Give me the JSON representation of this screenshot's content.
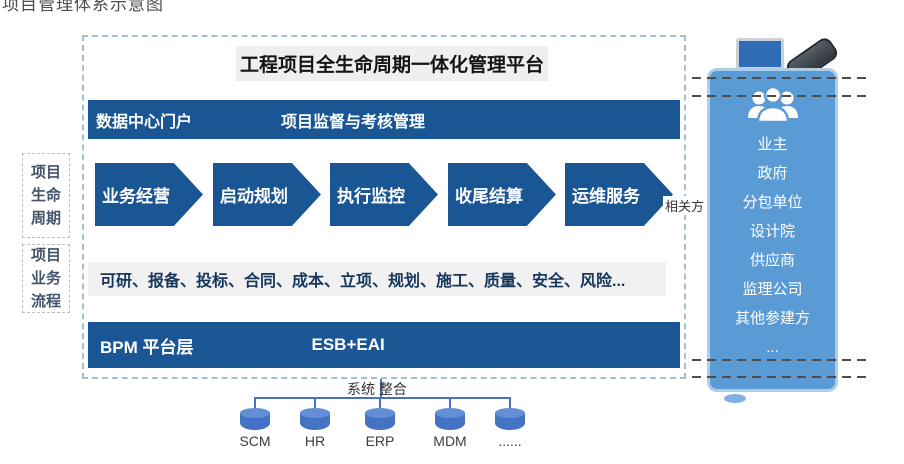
{
  "page": {
    "clipped_heading": "项目管理体系示意图"
  },
  "platform": {
    "title": "工程项目全生命周期一体化管理平台",
    "portal_left": "数据中心门户",
    "portal_right": "项目监督与考核管理",
    "process_text": "可研、报备、投标、合同、成本、立项、规划、施工、质量、安全、风险...",
    "bpm_left": "BPM  平台层",
    "bpm_right": "ESB+EAI"
  },
  "left_labels": {
    "lifecycle": [
      "项目",
      "生命",
      "周期"
    ],
    "business": [
      "项目",
      "业务",
      "流程"
    ]
  },
  "lifecycle_stages": [
    "业务经营",
    "启动规划",
    "执行监控",
    "收尾结算",
    "运维服务"
  ],
  "stakeholders": {
    "side_label": "相关方",
    "items": [
      "业主",
      "政府",
      "分包单位",
      "设计院",
      "供应商",
      "监理公司",
      "其他参建方",
      "..."
    ]
  },
  "integration": {
    "label": "系统 整合",
    "systems": [
      "SCM",
      "HR",
      "ERP",
      "MDM",
      "......"
    ]
  },
  "icons": {
    "devices": [
      "desktop-monitor",
      "smartphone"
    ],
    "panel": "people-group",
    "system": "database-cylinder"
  },
  "colors": {
    "dark_blue": "#1a5694",
    "panel_blue": "#5b9bd5",
    "panel_border": "#aecde9",
    "cylinder_blue": "#4472c4",
    "title_bg": "#efefef",
    "process_bg": "#f1f1f1",
    "label_text": "#44546a"
  }
}
